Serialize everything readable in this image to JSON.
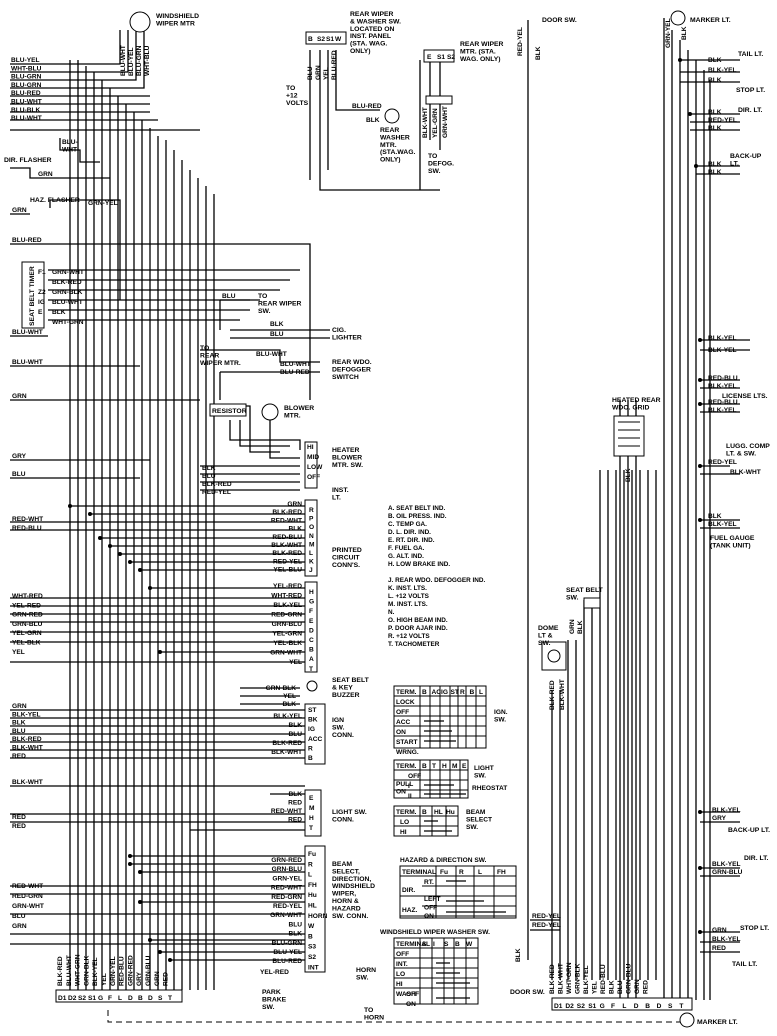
{
  "components": {
    "windshield_wiper_motor": "WINDSHIELD\nWIPER MTR",
    "rear_wiper_washer_sw": "REAR WIPER\n& WASHER SW.\nLOCATED ON\nINST. PANEL\n(STA. WAG.\nONLY)",
    "rear_wiper_motor": "REAR WIPER\nMTR. (STA.\nWAG. ONLY)",
    "rear_washer_motor": "REAR\nWASHER\nMTR.\n(STA.WAG.\nONLY)",
    "to_defog_sw": "TO\nDEFOG.\nSW.",
    "to_12_volts": "TO\n+12\nVOLTS",
    "door_sw_top": "DOOR SW.",
    "door_sw_bottom": "DOOR SW.",
    "marker_lt_top": "MARKER LT.",
    "marker_lt_bottom": "MARKER LT.",
    "tail_lt_top": "TAIL LT.",
    "stop_lt_top": "STOP LT.",
    "dir_lt_top": "DIR. LT.",
    "back_up_lt_top": "BACK-UP\nLT.",
    "dir_flasher": "DIR. FLASHER",
    "haz_flasher": "HAZ. FLASHER",
    "seat_belt_timer": "SEAT BELT TIMER",
    "to_rear_wiper_sw": "TO\nREAR WIPER\nSW.",
    "cig_lighter": "CIG.\nLIGHTER",
    "to_rear_wiper_mtr": "TO\nREAR\nWIPER MTR.",
    "rear_wdo_defogger_switch": "REAR WDO.\nDEFOGGER\nSWITCH",
    "resistor": "RESISTOR",
    "blower_mtr": "BLOWER\nMTR.",
    "heater_blower_mtr_sw": "HEATER\nBLOWER\nMTR. SW.",
    "inst_lt": "INST.\nLT.",
    "printed_circuit_conns": "PRINTED\nCIRCUIT\nCONN'S.",
    "seat_belt_key_buzzer": "SEAT BELT\n& KEY\nBUZZER",
    "ign_sw_conn": "IGN\nSW.\nCONN.",
    "light_sw_conn": "LIGHT SW.\nCONN.",
    "beam_select_conn": "BEAM\nSELECT,\nDIRECTION,\nWINDSHIELD\nWIPER,\nHORN &\nHAZARD\nSW. CONN.",
    "park_brake_sw": "PARK\nBRAKE\nSW.",
    "horn_sw": "HORN\nSW.",
    "to_horn": "TO\nHORN",
    "heated_rear_wdo_grid": "HEATED REAR\nWDO. GRID",
    "license_lts": "LICENSE LTS.",
    "lugg_comp_lt_sw": "LUGG. COMP\nLT. & SW.",
    "fuel_gauge": "FUEL GAUGE\n(TANK UNIT)",
    "seat_belt_sw": "SEAT BELT\nSW.",
    "dome_lt_sw": "DOME\nLT &\nSW.",
    "back_up_lt_bottom": "BACK-UP LT.",
    "dir_lt_bottom": "DIR. LT.",
    "stop_lt_bottom": "STOP LT.",
    "tail_lt_bottom": "TAIL LT."
  },
  "legend": [
    "A. SEAT BELT IND.",
    "B. OIL PRESS. IND.",
    "C. TEMP GA.",
    "D. L. DIR. IND.",
    "E. RT. DIR. IND.",
    "F. FUEL GA.",
    "G. ALT. IND.",
    "H. LOW BRAKE IND.",
    "",
    "J. REAR WDO. DEFOGGER IND.",
    "K. INST. LTS.",
    "L. +12 VOLTS",
    "M. INST. LTS.",
    "N.",
    "O. HIGH BEAM IND.",
    "P. DOOR AJAR IND.",
    "R. +12 VOLTS",
    "T. TACHOMETER"
  ],
  "left_wires_top": [
    "BLU-YEL",
    "WHT-BLU",
    "BLU-GRN",
    "BLU-GRN",
    "BLU-RED",
    "BLU-WHT",
    "BLU-BLK",
    "BLU-WHT"
  ],
  "wiper_mtr_wires": [
    "BLU-WHT",
    "BLU-YEL",
    "BLU-GRN",
    "WHT-BLU"
  ],
  "rear_wiper_sw_terms": [
    "B",
    "S2",
    "S1",
    "W"
  ],
  "rear_wiper_sw_wires": [
    "BLU",
    "GRN",
    "YEL",
    "BLU-RED"
  ],
  "rear_wiper_mtr_wires": [
    "BLK-WHT",
    "YEL-GRN",
    "GRN-WHT"
  ],
  "rear_wiper_mtr_terms": [
    "E",
    "S1",
    "S2"
  ],
  "misc_labels": {
    "blu_red_washer": "BLU-RED",
    "blk_washer": "BLK",
    "blu_wht_flasher": "BLU-\nWHT",
    "grn_flasher": "GRN",
    "grn_haz": "GRN",
    "grn_yel_haz": "GRN-YEL",
    "blu_red_left": "BLU-RED",
    "red_yel_door": "RED-YEL",
    "blk_door": "BLK",
    "grn_yel_marker": "GRN-YEL",
    "blk_marker": "BLK",
    "blk_grid": "BLK",
    "blu_wiper": "BLU",
    "blk_cig": "BLK",
    "blu_cig": "BLU",
    "blu_wht_defog_a": "BLU-WHT",
    "blu_wht_defog_b": "BLU-WHT",
    "blu_red_defog": "BLU-RED",
    "blu_left_defog": "BLU-WHT",
    "grn_left": "GRN",
    "gry_left": "GRY",
    "blu_left": "BLU"
  },
  "timer_pins": [
    {
      "pin": "F1",
      "wire": "GRN-WHT"
    },
    {
      "pin": "",
      "wire": "BLK-RED"
    },
    {
      "pin": "Z2",
      "wire": "GRN-BLK"
    },
    {
      "pin": "IG",
      "wire": "BLU-WHT"
    },
    {
      "pin": "E",
      "wire": "BLK"
    },
    {
      "pin": "",
      "wire": "WHT-GRN"
    }
  ],
  "blower_switch": {
    "wires": [
      "BLK",
      "BLU",
      "BLK-RED",
      "RED-YEL"
    ],
    "terms": [
      "HI",
      "MID",
      "LOW",
      "OFF"
    ]
  },
  "pc_conn_top": {
    "wires": [
      "GRN",
      "BLK-RED",
      "RED-WHT",
      "BLK",
      "RED-BLU",
      "BLK-WHT",
      "BLK-RED",
      "RED-YEL",
      "YEL-BLU"
    ],
    "terms": [
      "R",
      "P",
      "O",
      "N",
      "M",
      "L",
      "K",
      "J"
    ]
  },
  "pc_conn_bottom": {
    "wires": [
      "YEL-RED",
      "WHT-RED",
      "BLK-YEL",
      "RED-GRN",
      "GRN-BLU",
      "YEL-GRN",
      "YEL-BLK",
      "GRN-WHT",
      "YEL"
    ],
    "terms": [
      "H",
      "G",
      "F",
      "E",
      "D",
      "C",
      "B",
      "A",
      "T"
    ]
  },
  "left_mid_wires": [
    "RED-WHT",
    "RED-BLU"
  ],
  "left_pc_wires": [
    "WHT-RED",
    "YEL-RED",
    "GRN-RED",
    "GRN-BLU",
    "YEL-GRN",
    "YEL-BLK",
    "YEL"
  ],
  "buzzer_wires": [
    "GRN-BLK",
    "YEL",
    "BLK"
  ],
  "ign_conn": {
    "wires": [
      "BLK-YEL",
      "BLK",
      "BLU",
      "BLK-RED",
      "BLK-WHT"
    ],
    "terms": [
      "ST",
      "BK",
      "IG",
      "ACC",
      "R",
      "B"
    ]
  },
  "left_ign_wires": [
    "GRN",
    "BLK-YEL",
    "BLK",
    "BLU",
    "BLK-RED",
    "BLK-WHT",
    "RED"
  ],
  "light_conn": {
    "wires": [
      "BLK",
      "RED",
      "RED-WHT",
      "RED"
    ],
    "terms": [
      "E",
      "M",
      "H",
      "T"
    ]
  },
  "left_light_wires": [
    "BLK-WHT",
    "RED",
    "RED"
  ],
  "beam_conn": {
    "wires": [
      "GRN-RED",
      "GRN-BLU",
      "GRN-YEL",
      "RED-WHT",
      "RED-GRN",
      "RED-YEL",
      "GRN-WHT",
      "BLU",
      "BLK",
      "BLU-GRN",
      "BLU-YEL",
      "BLU-RED"
    ],
    "terms": [
      "Fu",
      "R",
      "L",
      "FH",
      "Hu",
      "HL",
      "HORN",
      "W",
      "B",
      "S3",
      "S2",
      "INT"
    ]
  },
  "left_beam_wires": [
    "RED-WHT",
    "RED-GRN",
    "GRN-WHT",
    "BLU",
    "GRN"
  ],
  "bottom_left_conn": {
    "wires": [
      "BLK-RED",
      "BLU-WHT",
      "WHT-GRN",
      "GRN-BLK",
      "BLK-YEL",
      "YEL",
      "GRN-YEL",
      "RED-BLU",
      "GRN-RED",
      "GRY",
      "GRN-BLU",
      "GRN",
      "RED"
    ],
    "terms": [
      "D1",
      "D2",
      "S2",
      "S1",
      "G",
      "F",
      "L",
      "D",
      "B",
      "D",
      "S",
      "T"
    ]
  },
  "park_brake_wires": [
    "YEL-RED"
  ],
  "ign_table": {
    "title": "IGN.\nSW.",
    "cols": [
      "TERM.",
      "B",
      "AC",
      "IG",
      "ST",
      "R",
      "B",
      "L"
    ],
    "rows": [
      "LOCK",
      "OFF",
      "ACC",
      "ON",
      "START",
      "WRNG."
    ]
  },
  "light_table": {
    "title": "LIGHT\nSW.",
    "cols": [
      "TERM.",
      "B",
      "T",
      "H",
      "M",
      "E"
    ],
    "rows": [
      "OFF",
      "I",
      "II"
    ],
    "side": "PULL\nON",
    "rheostat": "RHEOSTAT"
  },
  "beam_table": {
    "title": "BEAM\nSELECT\nSW.",
    "cols": [
      "TERM.",
      "B",
      "HL",
      "Hu"
    ],
    "rows": [
      "LO",
      "HI"
    ]
  },
  "hazard_table": {
    "title": "HAZARD & DIRECTION SW.",
    "cols": [
      "TERMINAL",
      "Fu",
      "R",
      "L",
      "FH"
    ],
    "groups": [
      "DIR.",
      "HAZ."
    ],
    "rows": [
      "RT.",
      "",
      "LEFT",
      "OFF",
      "ON"
    ]
  },
  "wiper_table": {
    "title": "WINDSHIELD WIPER WASHER SW.",
    "cols": [
      "TERMINAL",
      "S",
      "I",
      "S",
      "B",
      "W"
    ],
    "rows": [
      "OFF",
      "INT.",
      "LO",
      "HI",
      "OFF",
      "ON"
    ],
    "wash": "WASH"
  },
  "right_side_wires": {
    "tail_top": [
      "BLK",
      "BLK-YEL",
      "BLK"
    ],
    "dir_top": [
      "BLK",
      "RED-YEL",
      "BLK"
    ],
    "backup_top": [
      "BLK",
      "BLK"
    ],
    "mid1": [
      "BLK-YEL",
      "BLK-YEL"
    ],
    "license": [
      "RED-BLU",
      "BLK-YEL",
      "RED-BLU",
      "BLK-YEL"
    ],
    "lugg": [
      "RED-YEL",
      "BLK-WHT"
    ],
    "fuel": [
      "BLK",
      "BLK-YEL"
    ],
    "backup_bot": [
      "BLK-YEL",
      "GRY"
    ],
    "dir_bot": [
      "BLK-YEL",
      "GRN-BLU"
    ],
    "stop_bot": [
      "GRN",
      "BLK-YEL",
      "RED"
    ],
    "red_yel_pair": [
      "RED-YEL",
      "RED-YEL"
    ],
    "dome": [
      "BLK-RED",
      "BLK-WHT"
    ]
  },
  "bottom_right_conn": {
    "wires": [
      "BLK-RED",
      "BLK-WHT",
      "WHT-GRN",
      "GRN-BLK",
      "BLK-YEL",
      "YEL",
      "RED-BLU",
      "BLK",
      "BLU",
      "GRN-BLU",
      "GRN",
      "RED"
    ],
    "terms": [
      "D1",
      "D2",
      "S2",
      "S1",
      "G",
      "F",
      "L",
      "D",
      "B",
      "D",
      "S",
      "T"
    ]
  },
  "blk_door_bottom": "BLK",
  "blk_door_right": "BLK",
  "blk_seatbelt": [
    "GRN",
    "BLK"
  ]
}
